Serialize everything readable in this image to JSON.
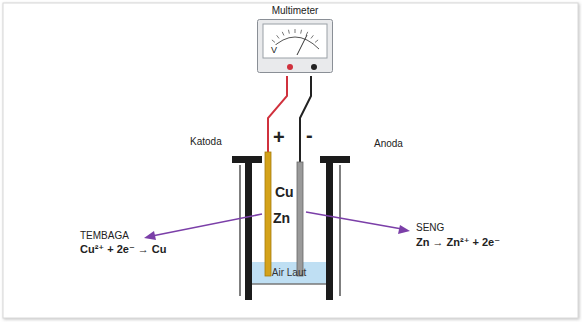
{
  "diagram": {
    "nodes": [
      {
        "text": [
          "Multimeter",
          "V"
        ]
      },
      {
        "text": [
          "Air Laut"
        ]
      }
    ],
    "labels": [
      "Katoda",
      "+",
      "-",
      "Anoda",
      "Cu",
      "Zn",
      "TEMBAGA",
      "Cu²⁺ + 2e⁻ → Cu",
      "SENG",
      "Zn → Zn²⁺ + 2e⁻"
    ]
  }
}
